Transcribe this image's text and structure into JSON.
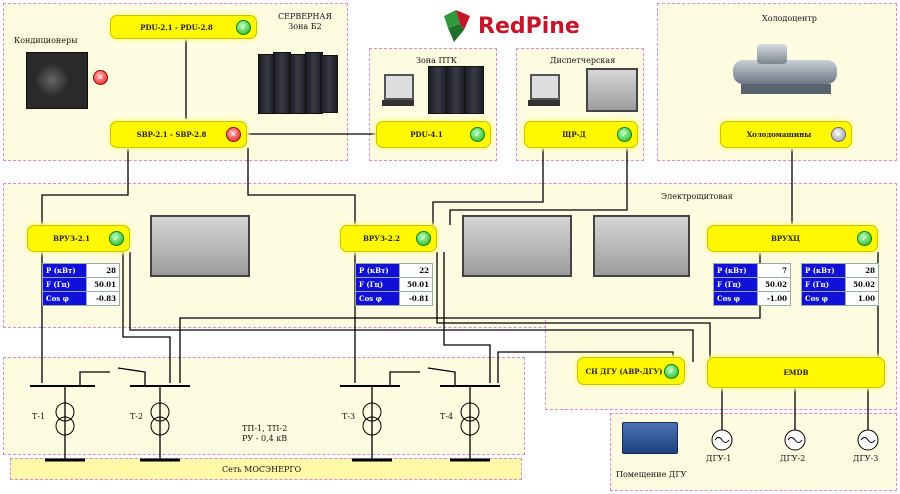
{
  "brand": {
    "name": "RedPine",
    "color": "#2c8a3c",
    "accent": "#c4162a"
  },
  "zones": {
    "server_room": {
      "label": "СЕРВЕРНАЯ\nЗона Б2",
      "conditioners_label": "Кондиционеры"
    },
    "ptk": {
      "label": "Зона ПТК"
    },
    "dispatch": {
      "label": "Диспетчерская"
    },
    "cold_center": {
      "label": "Холодоцентр"
    },
    "switchboard": {
      "label": "Электрощитовая"
    },
    "dgu_room": {
      "label": "Помещение ДГУ"
    },
    "tp": {
      "label1": "ТП-1, ТП-2",
      "label2": "РУ - 0,4 кВ"
    },
    "grid": {
      "label": "Сеть МОСЭНЕРГО"
    }
  },
  "buttons": {
    "pdu21": {
      "label": "PDU-2.1 - PDU-2.8",
      "status": "ok"
    },
    "sbp21": {
      "label": "SBP-2.1 - SBP-2.8",
      "status": "error"
    },
    "conditioner": {
      "status": "error"
    },
    "pdu41": {
      "label": "PDU-4.1",
      "status": "ok"
    },
    "shrd": {
      "label": "ЩР-Д",
      "status": "ok"
    },
    "chillers": {
      "label": "Холодомашины",
      "status": "off"
    },
    "vruz21": {
      "label": "ВРУЗ-2.1",
      "status": "ok"
    },
    "vruz22": {
      "label": "ВРУЗ-2.2",
      "status": "ok"
    },
    "vruhc": {
      "label": "ВРУХЦ",
      "status": "ok"
    },
    "sn_dgu": {
      "label": "СН ДГУ (АВР-ДГУ)",
      "status": "ok"
    },
    "emdb": {
      "label": "EMDB"
    }
  },
  "measurements": {
    "vruz21": {
      "p_label": "P (кВт)",
      "p": "28",
      "f_label": "F (Гц)",
      "f": "50.01",
      "cos_label": "Cos φ",
      "cos": "-0.83"
    },
    "vruz22": {
      "p_label": "P (кВт)",
      "p": "22",
      "f_label": "F (Гц)",
      "f": "50.01",
      "cos_label": "Cos φ",
      "cos": "-0.81"
    },
    "vruhc_a": {
      "p_label": "P (кВт)",
      "p": "7",
      "f_label": "F (Гц)",
      "f": "50.02",
      "cos_label": "Cos φ",
      "cos": "-1.00"
    },
    "vruhc_b": {
      "p_label": "P (кВт)",
      "p": "28",
      "f_label": "F (Гц)",
      "f": "50.02",
      "cos_label": "Cos φ",
      "cos": "1.00"
    }
  },
  "transformers": [
    "Т-1",
    "Т-2",
    "Т-3",
    "Т-4"
  ],
  "generators": [
    "ДГУ-1",
    "ДГУ-2",
    "ДГУ-3"
  ],
  "icons": {
    "ok": "check-indicator",
    "error": "cross-indicator",
    "off": "cross-indicator-grey"
  }
}
